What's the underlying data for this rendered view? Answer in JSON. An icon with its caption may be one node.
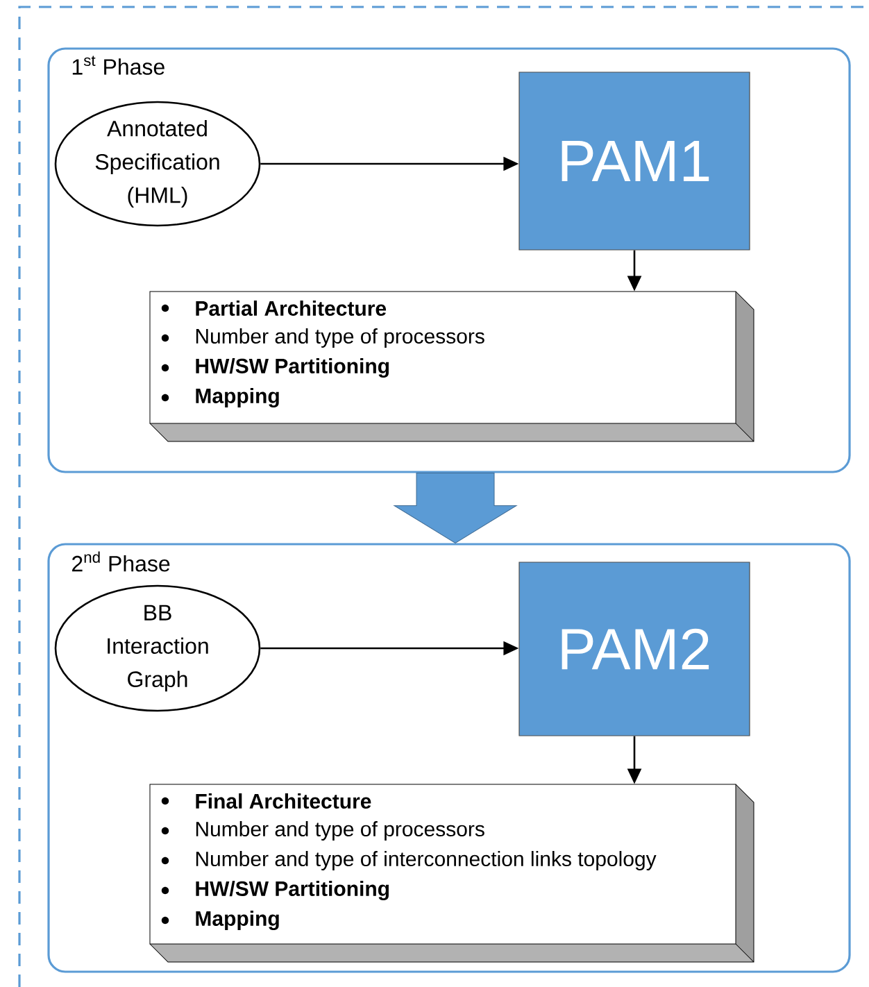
{
  "diagram": {
    "nodes": [
      {
        "text": [
          "1$^{st}$ Phase"
        ]
      },
      {
        "text": [
          "Annotated Specification (HML)"
        ],
        "in": 0
      },
      {
        "text": [
          "PAM1"
        ],
        "in": 0
      },
      {
        "text": [
          "Partial Architecture",
          "Number and type of processors",
          "HW/SW Partitioning",
          "Mapping"
        ],
        "in": 0
      },
      {
        "text": [
          "2$^{nd}$ Phase"
        ]
      },
      {
        "text": [
          "BB Interaction Graph"
        ],
        "in": 4
      },
      {
        "text": [
          "PAM2"
        ],
        "in": 4
      },
      {
        "text": [
          "Final Architecture",
          "Number and type of processors",
          "Number and type of interconnection links topology",
          "HW/SW Partitioning",
          "Mapping"
        ],
        "in": 4
      }
    ],
    "edges": [
      {
        "from": 1,
        "to": 2,
        "arrow": "to"
      },
      {
        "from": 2,
        "to": 3,
        "arrow": "to"
      },
      {
        "from": 0,
        "to": 4,
        "arrow": "to",
        "style": "thick",
        "color": "#5b9bd5"
      },
      {
        "from": 5,
        "to": 6,
        "arrow": "to"
      },
      {
        "from": 6,
        "to": 7,
        "arrow": "to"
      }
    ]
  }
}
